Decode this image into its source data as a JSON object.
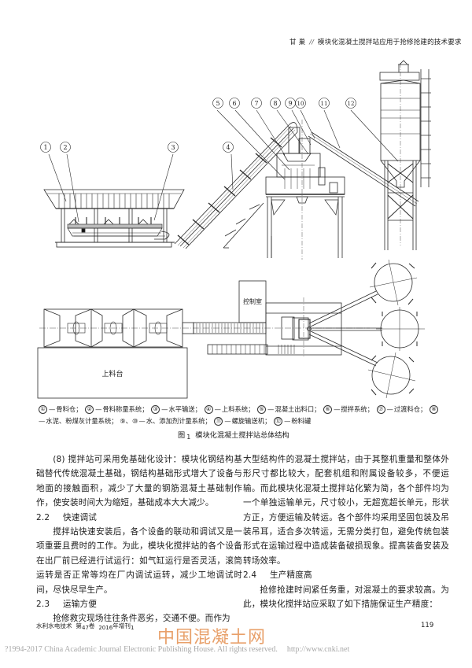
{
  "header": {
    "authors": "甘 巢",
    "separator": "//",
    "title": "模块化混凝土搅拌站应用于抢修抢建的技术要求"
  },
  "figure": {
    "callouts": [
      "1",
      "2",
      "3",
      "4",
      "5",
      "6",
      "7",
      "8",
      "9",
      "10",
      "11",
      "12"
    ],
    "plan_labels": {
      "control_room": "控制室",
      "loading_platform": "上料台"
    },
    "legend": [
      {
        "n": "①",
        "text": "骨料仓；"
      },
      {
        "n": "②",
        "text": "骨料称量系统；"
      },
      {
        "n": "③",
        "text": "水平输送；"
      },
      {
        "n": "④",
        "text": "上料系统；"
      },
      {
        "n": "⑤",
        "text": "混凝土出料口；"
      },
      {
        "n": "⑥",
        "text": "搅拌系统；"
      },
      {
        "n": "⑦",
        "text": "过渡料仓；"
      },
      {
        "n": "⑧",
        "text": "水泥、粉煤灰计量系统；"
      },
      {
        "n": "⑨、⑩",
        "text": "水、添加剂计量系统；"
      },
      {
        "n": "⑪",
        "text": "螺旋输送机；"
      },
      {
        "n": "⑫",
        "text": "粉料罐"
      }
    ],
    "caption_prefix": "图",
    "caption_number": "1",
    "caption_text": "模块化混凝土搅拌站总体结构"
  },
  "body": {
    "left": {
      "p1": "(8) 搅拌站可采用免基础化设计：模块化钢结构基础替代传统混凝土基础，钢结构基础形式增大了设备与地面的接触面积，减少了大量的钢筋混凝土基础制作作，使安装时间大为缩短，基础成本大大减少。",
      "s22_num": "2.2",
      "s22_title": "快速调试",
      "p2": "搅拌站快速安装后，各个设备的联动和调试又是一项重要且费时的工作。为此，模块化搅拌站的各个设备在出厂前已经进行试运行：如气缸运行是否灵活，滚筒运转是否正常等均在厂内调试运转，减少工地调试时间，尽快尽早生产。",
      "s23_num": "2.3",
      "s23_title": "运输方便",
      "p3": "抢修救灾现场往往条件恶劣，交通不便。而作为"
    },
    "right": {
      "p1": "大型结构件的混凝土搅拌站，由于其整机重量和整体外形尺寸都比较大，配套机组和附属设备较多，不便运输。而此模块化混凝土搅拌站化繁为简，各个部件均为一个单独运输单元，尺寸较小，无超宽超长单元，形状方正，方便运输及转运。各个部件均采用坚固包装及吊装吊耳，适合多次转运，无需分类打包，避免传统包装形式在运输过程中造成装备破损现象。提高装备安装及转场效率。",
      "s24_num": "2.4",
      "s24_title": "生产精度高",
      "p2": "抢修抢建时间紧任务重，对混凝土的要求较高。为此，模块化搅拌站应采取了如下措施保证生产精度："
    }
  },
  "footer": {
    "journal": "水利水电技术",
    "volume_prefix": "第",
    "volume": "47",
    "volume_suffix": "卷",
    "year": "2016",
    "issue_prefix": "年增刊",
    "issue": "1",
    "page_number": "119",
    "watermark": "中国混凝土网",
    "copyright": "?1994-2017 China Academic Journal Electronic Publishing House. All rights reserved.",
    "url": "http://www.cnki.net"
  },
  "colors": {
    "text": "#1d1d1d",
    "drawing_line": "#2a2a2a",
    "watermark": "#e8a06a",
    "copyright": "#a9a9a9"
  }
}
